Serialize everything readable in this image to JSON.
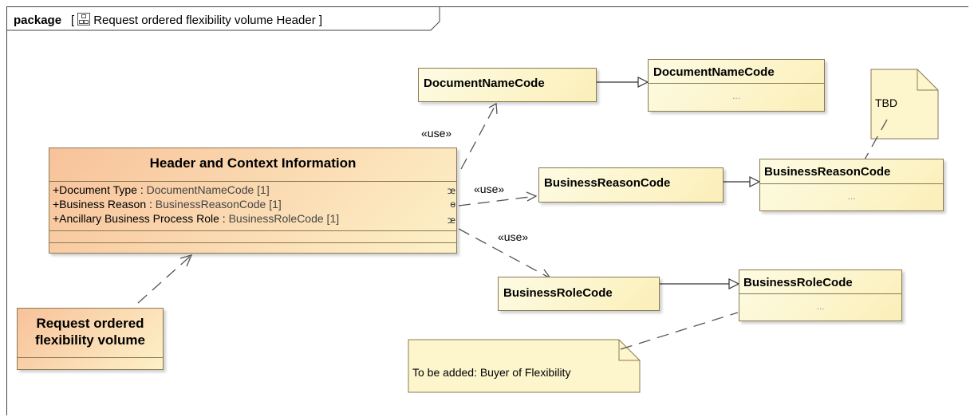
{
  "frame": {
    "keyword": "package",
    "bracket_open": "[",
    "title": "Request ordered flexibility volume Header",
    "bracket_close": "]",
    "icon": "class-diagram-icon"
  },
  "main_class": {
    "name": "Header and Context Information",
    "attributes": [
      {
        "prefix": "+Document Type : ",
        "type": "DocumentNameCode [1]"
      },
      {
        "prefix": "+Business Reason : ",
        "type": "BusinessReasonCode [1]"
      },
      {
        "prefix": "+Ancillary Business Process Role : ",
        "type": "BusinessRoleCode [1]"
      }
    ]
  },
  "request_class": {
    "line1": "Request ordered",
    "line2": "flexibility volume"
  },
  "proxies": {
    "document": "DocumentNameCode",
    "reason": "BusinessReasonCode",
    "role": "BusinessRoleCode"
  },
  "codes": {
    "document": {
      "name": "DocumentNameCode",
      "body": "..."
    },
    "reason": {
      "name": "BusinessReasonCode",
      "body": "..."
    },
    "role": {
      "name": "BusinessRoleCode",
      "body": "..."
    }
  },
  "notes": {
    "tbd": "TBD",
    "buyer": "To be added: Buyer of Flexibility"
  },
  "stereotypes": {
    "use1": "«use»",
    "use2": "«use»",
    "use3": "«use»"
  },
  "colors": {
    "class_fill": "#fbefb8",
    "main_fill": "#f8c29a",
    "border": "#8a7a52"
  }
}
